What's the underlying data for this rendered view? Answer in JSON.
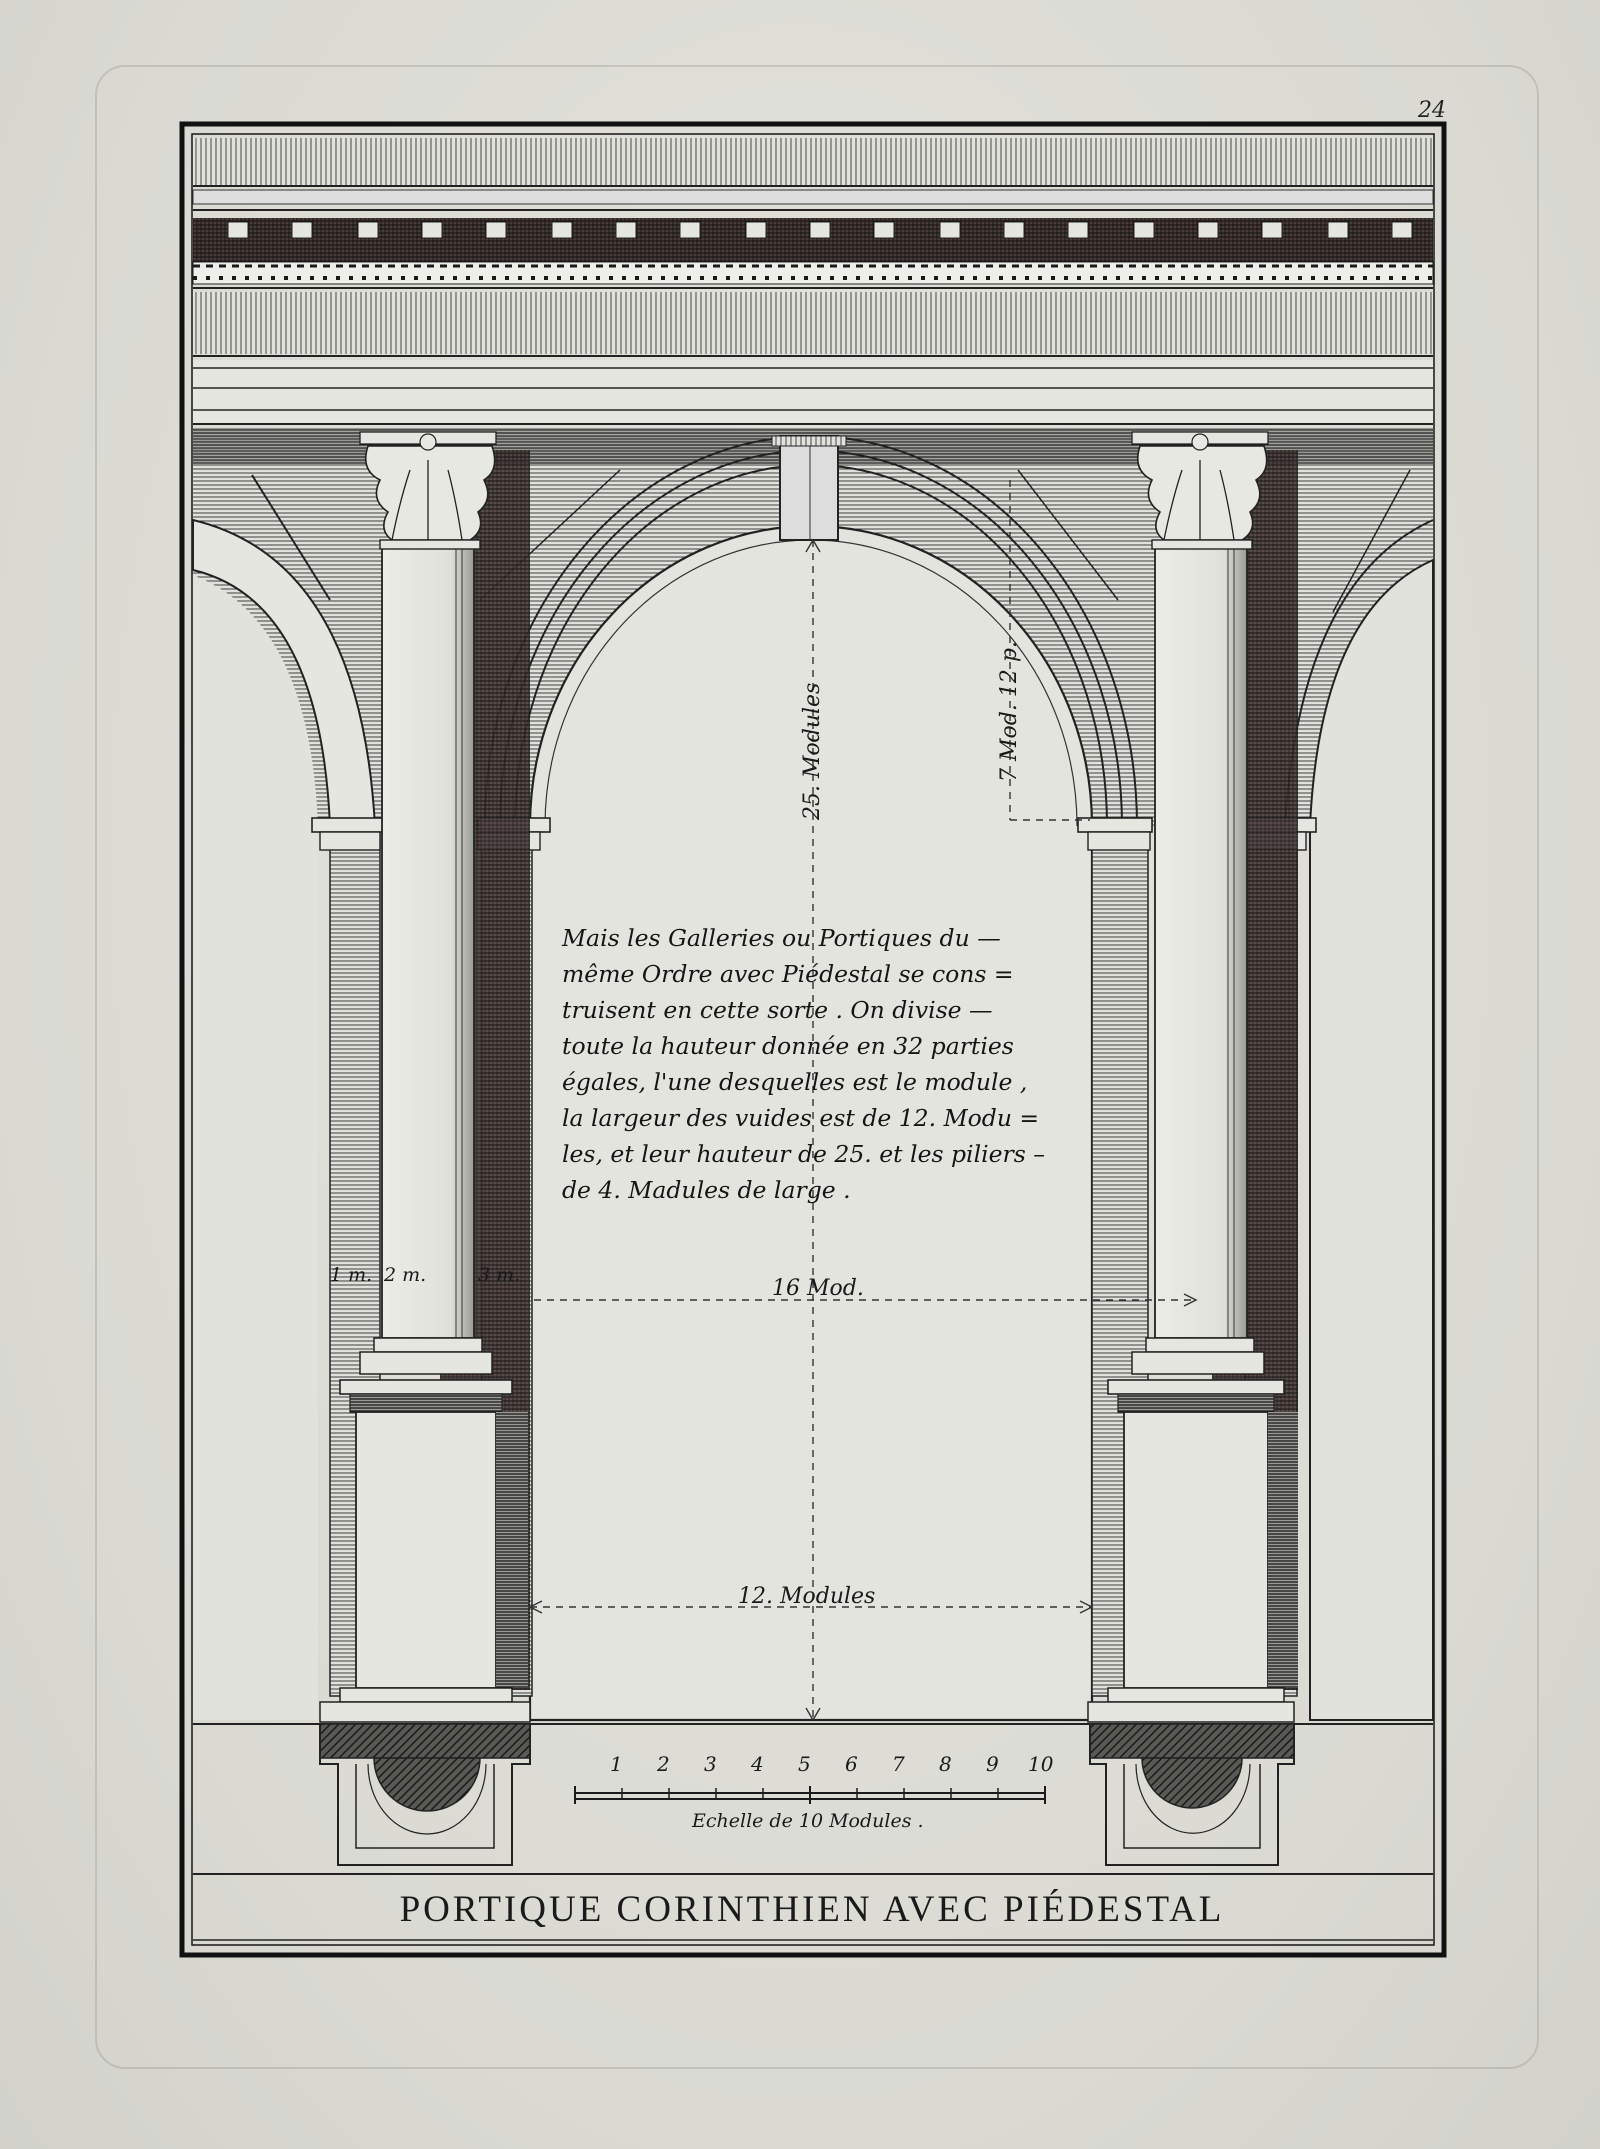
{
  "plate": {
    "number": "24",
    "title": "PORTIQUE CORINTHIEN AVEC PIÉDESTAL"
  },
  "note": {
    "lines": [
      "Mais les Galleries ou Portiques du —",
      "même Ordre avec Piédestal se cons =",
      "truisent en cette sorte . On divise —",
      "toute la hauteur donnée en 32 parties",
      "égales, l'une desquelles est le module ,",
      "la largeur des vuides est de 12. Modu =",
      "les, et leur hauteur de 25. et les piliers –",
      "de 4. Madules de large ."
    ]
  },
  "dimensions": {
    "arch_height": "25. Modules",
    "arch_radius": "7 Mod. 12 p.",
    "column_spacing": "16 Mod.",
    "opening_width": "12. Modules",
    "pier_modules": [
      "1 m.",
      "2 m.",
      "3 m."
    ]
  },
  "scale": {
    "ticks": [
      "1",
      "2",
      "3",
      "4",
      "5",
      "6",
      "7",
      "8",
      "9",
      "10"
    ],
    "caption": "Echelle de 10 Modules ."
  },
  "colors": {
    "paper": "#dcdcd6",
    "ink": "#1a1a1a",
    "shadow_tint_red": "#5a2a28",
    "shadow_tint_green": "#2f4a40"
  }
}
